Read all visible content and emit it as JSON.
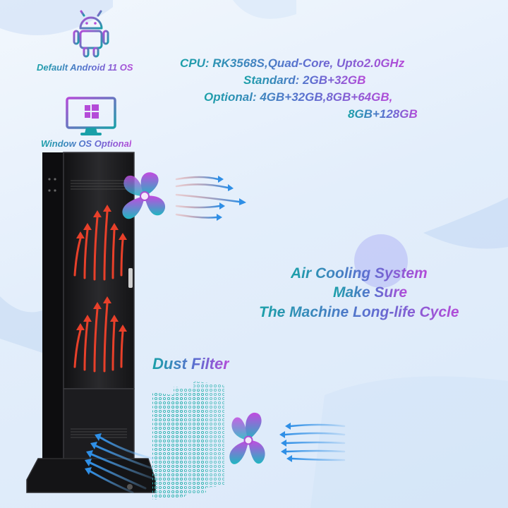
{
  "os_badges": {
    "android_icon": "android-robot-icon",
    "android_label": "Default Android 11 OS",
    "windows_icon": "windows-monitor-icon",
    "windows_label": "Window OS Optional"
  },
  "specs": {
    "cpu": "CPU: RK3568S,Quad-Core, Upto2.0GHz",
    "standard": "Standard: 2GB+32GB",
    "optional_line1": "Optional: 4GB+32GB,8GB+64GB,",
    "optional_line2": "8GB+128GB"
  },
  "cooling": {
    "line1": "Air Cooling  System",
    "line2": "Make Sure",
    "line3": "The Machine Long-life Cycle"
  },
  "dust_filter": {
    "label": "Dust Filter"
  },
  "colors": {
    "teal": "#1aa0a8",
    "violet": "#5b6fd0",
    "purple": "#b44bd8",
    "kiosk_body": "#1c1c1e",
    "heat_arrow": "#e8402a",
    "airflow_arrow": "#2f8fe6"
  }
}
